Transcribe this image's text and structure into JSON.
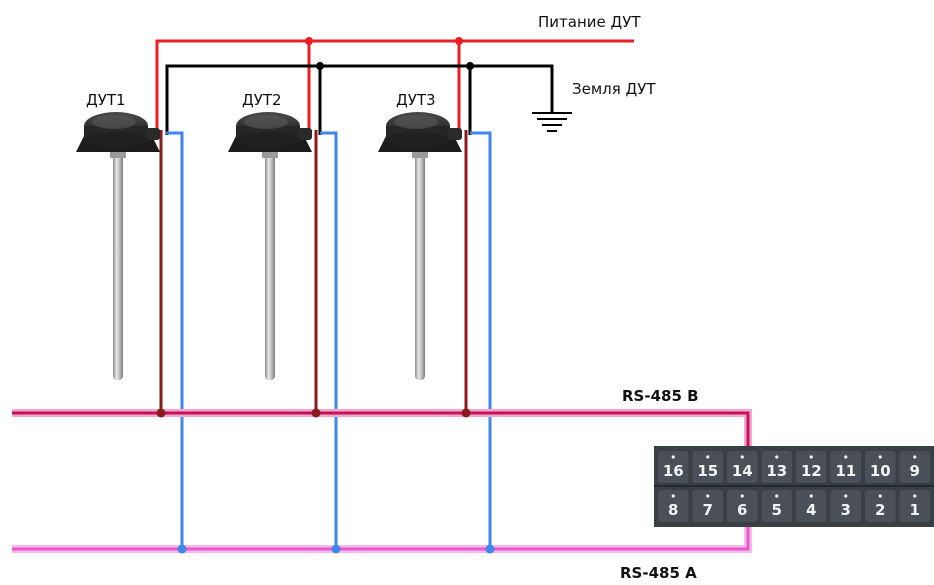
{
  "labels": {
    "power": "Питание ДУТ",
    "ground": "Земля ДУТ",
    "rs485b": "RS-485 B",
    "rs485a": "RS-485 A"
  },
  "sensors": [
    {
      "label": "ДУТ1"
    },
    {
      "label": "ДУТ2"
    },
    {
      "label": "ДУТ3"
    }
  ],
  "terminal": {
    "top_row": [
      "16",
      "15",
      "14",
      "13",
      "12",
      "11",
      "10",
      "9"
    ],
    "bottom_row": [
      "8",
      "7",
      "6",
      "5",
      "4",
      "3",
      "2",
      "1"
    ]
  },
  "colors": {
    "power_wire": "#ee1c25",
    "ground_wire": "#000000",
    "signal_b_wire": "#8b1a1a",
    "signal_a_wire": "#3f86e8",
    "bus_b": "#c4154f",
    "bus_b_halo": "#f2a6d6",
    "bus_a": "#e858c8",
    "bus_a_halo": "#f4b9e8",
    "terminal_block": "#3a3f45"
  }
}
